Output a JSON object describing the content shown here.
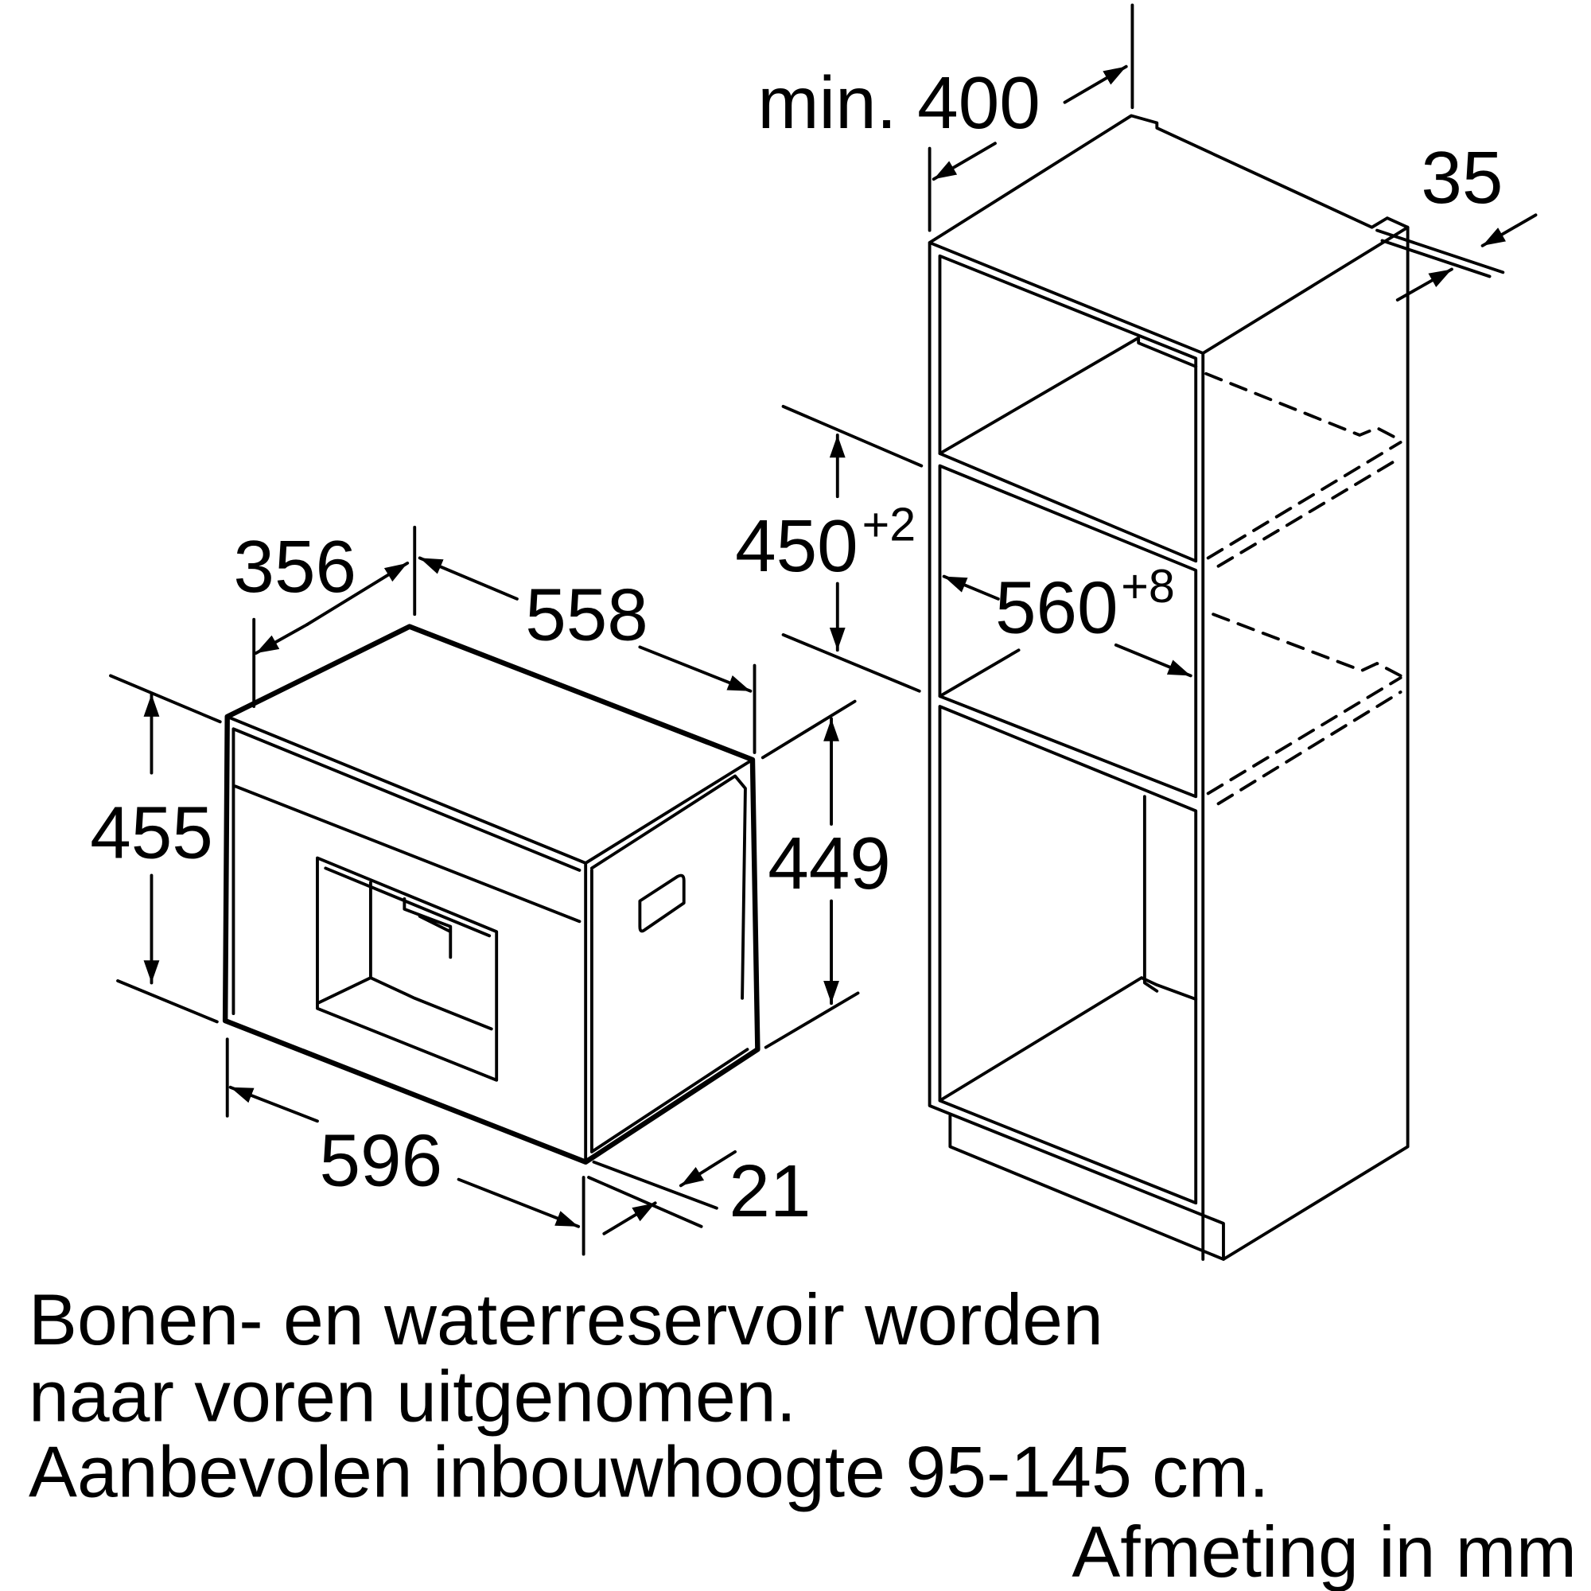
{
  "dimensions": {
    "appliance_depth_top": "356",
    "appliance_depth": "558",
    "appliance_height": "455",
    "appliance_body_height": "449",
    "appliance_width": "596",
    "front_panel_thickness": "21",
    "cabinet_min_depth": "min. 400",
    "cabinet_rear_gap": "35",
    "niche_height": "450",
    "niche_height_tol": "+2",
    "niche_width": "560",
    "niche_width_tol": "+8"
  },
  "notes": {
    "line1": "Bonen- en waterreservoir worden",
    "line2": "naar voren uitgenomen.",
    "line3": "Aanbevolen inbouwhoogte 95-145 cm.",
    "units": "Afmeting in mm"
  },
  "colors": {
    "line": "#000000",
    "background": "#ffffff"
  }
}
